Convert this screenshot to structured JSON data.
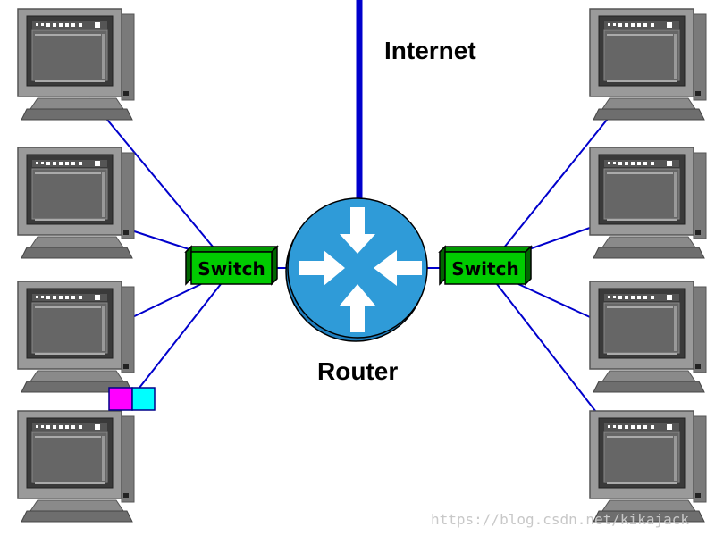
{
  "labels": {
    "internet": "Internet",
    "router": "Router",
    "switch_left": "Switch",
    "switch_right": "Switch"
  },
  "watermark": "https://blog.csdn.net/kikajack",
  "colors": {
    "link": "#0000cc",
    "internet_line": "#0000cc",
    "router_fill": "#2f9bd8",
    "router_arrows": "#ffffff",
    "switch_fill": "#00cc00",
    "packet_left": "#ff00ff",
    "packet_right": "#00ffff"
  },
  "icons": {
    "router": "router-icon",
    "switch": "switch-icon",
    "computer": "computer-monitor-icon",
    "packet": "data-packet-icon"
  }
}
